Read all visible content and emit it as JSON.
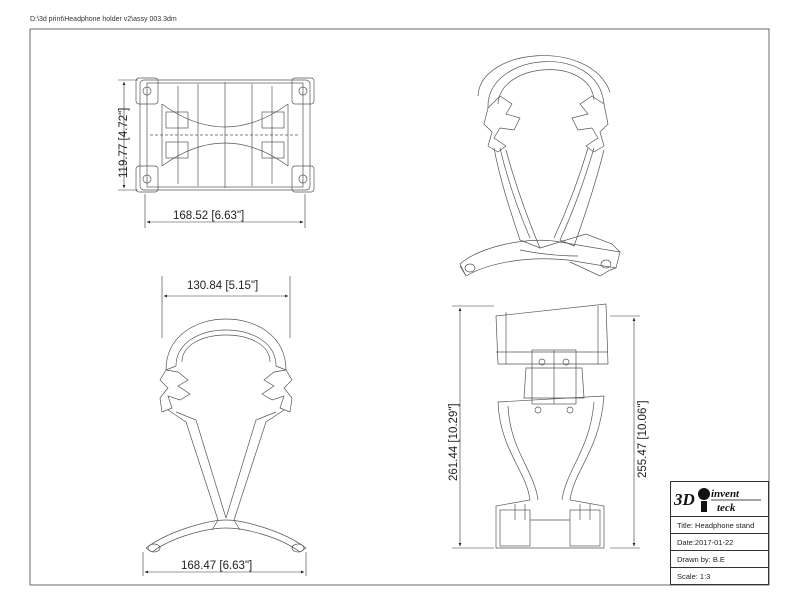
{
  "file_path": "D:\\3d print\\Headphone holder v2\\assy 003.3dm",
  "dimensions": {
    "top_view_depth": "119.77 [4.72\"]",
    "top_view_width": "168.52 [6.63\"]",
    "front_top_width": "130.84 [5.15\"]",
    "front_base_width": "168.47 [6.63\"]",
    "side_total_height": "261.44 [10.29\"]",
    "side_body_height": "255.47 [10.06\"]"
  },
  "title_block": {
    "logo_main": "3D",
    "logo_word1": "invent",
    "logo_word2": "teck",
    "title": "Title: Headphone stand",
    "date": "Date:2017-01-22",
    "drawn_by": "Drawn by: B.E",
    "scale": "Scale:  1:3"
  }
}
